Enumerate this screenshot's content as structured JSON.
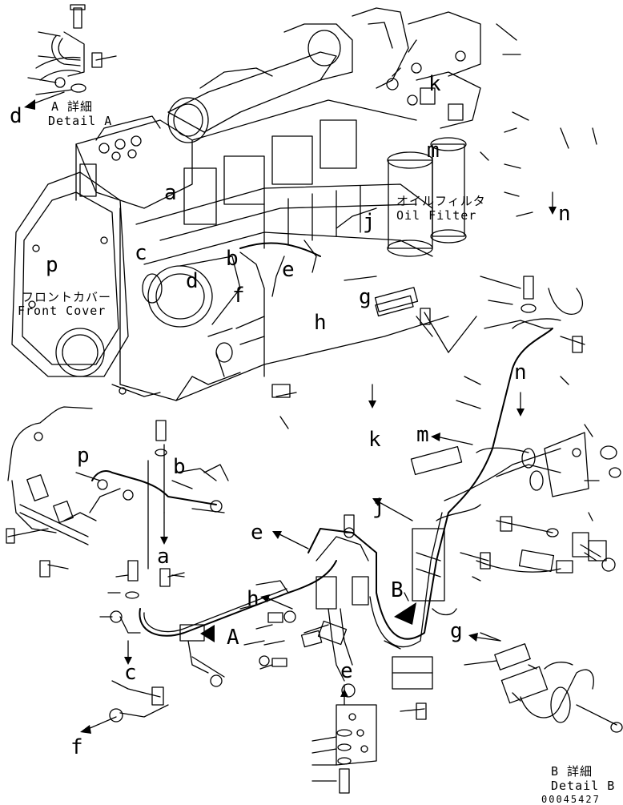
{
  "diagram": {
    "part_number": "00045427",
    "ink_color": "#000000",
    "background": "#ffffff",
    "detail_a": {
      "jp": "A 詳細",
      "en": "Detail A"
    },
    "detail_b": {
      "jp": "B 詳細",
      "en": "Detail B"
    },
    "oil_filter": {
      "jp": "オイルフィルタ",
      "en": "Oil Filter"
    },
    "front_cover": {
      "jp": "フロントカバー",
      "en": "Front Cover"
    },
    "callouts": {
      "a": "a",
      "b": "b",
      "c": "c",
      "d": "d",
      "e": "e",
      "f": "f",
      "g": "g",
      "h": "h",
      "j": "j",
      "k": "k",
      "m": "m",
      "n": "n",
      "p": "p",
      "A": "A",
      "B": "B"
    }
  }
}
